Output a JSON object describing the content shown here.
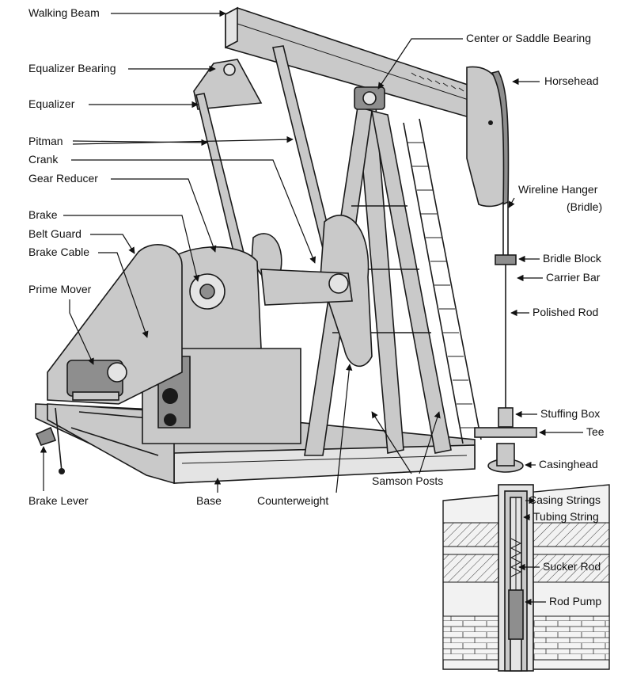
{
  "labels": {
    "walking_beam": "Walking Beam",
    "equalizer_bearing": "Equalizer Bearing",
    "equalizer": "Equalizer",
    "pitman": "Pitman",
    "crank": "Crank",
    "gear_reducer": "Gear Reducer",
    "brake": "Brake",
    "belt_guard": "Belt Guard",
    "brake_cable": "Brake Cable",
    "prime_mover": "Prime Mover",
    "brake_lever": "Brake Lever",
    "base": "Base",
    "counterweight": "Counterweight",
    "samson_posts": "Samson Posts",
    "center_bearing": "Center or Saddle Bearing",
    "horsehead": "Horsehead",
    "wireline_hanger": "Wireline Hanger",
    "bridle": "(Bridle)",
    "bridle_block": "Bridle Block",
    "carrier_bar": "Carrier Bar",
    "polished_rod": "Polished Rod",
    "stuffing_box": "Stuffing Box",
    "tee": "Tee",
    "casinghead": "Casinghead",
    "casing_strings": "Casing Strings",
    "tubing_string": "Tubing String",
    "sucker_rod": "Sucker Rod",
    "rod_pump": "Rod Pump"
  }
}
